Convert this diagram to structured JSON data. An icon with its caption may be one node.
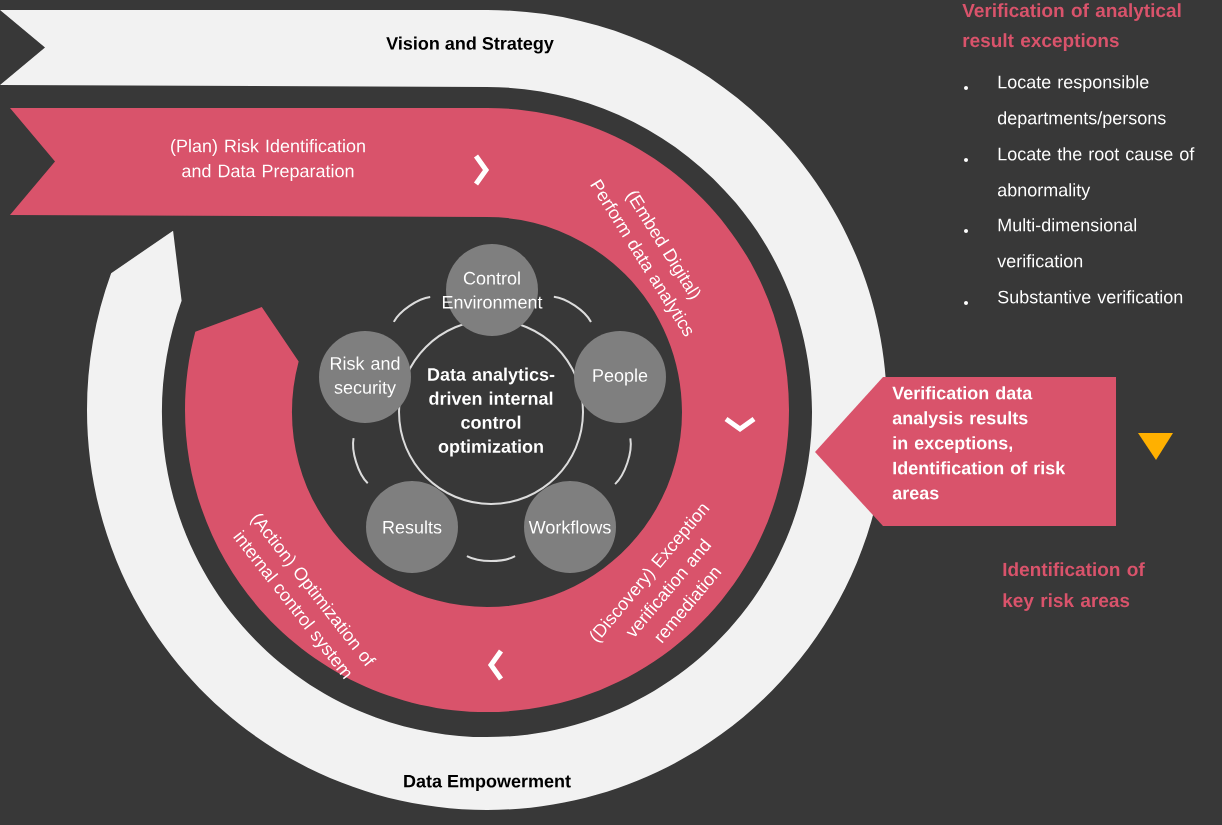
{
  "diagram": {
    "nodes": [
      {
        "text": [
          "Vision and Strategy",
          "Data Empowerment"
        ]
      },
      {
        "text": [
          "(Plan) Risk Identification and Data Preparation",
          "(Embed Digital) Perform data analytics",
          "(Discovery) Exception verification and remediation",
          "(Action) Optimization of internal control system"
        ]
      },
      {
        "text": [
          "Data analytics-driven internal control optimization"
        ]
      },
      {
        "text": [
          "Control Environment"
        ]
      },
      {
        "text": [
          "Risk and security"
        ]
      },
      {
        "text": [
          "People"
        ]
      },
      {
        "text": [
          "Results"
        ]
      },
      {
        "text": [
          "Workflows"
        ]
      },
      {
        "text": [
          "Verification data analysis results in exceptions, Identification of risk areas"
        ]
      }
    ],
    "edges": [
      {
        "from": 3,
        "to": 5,
        "arrow": "none"
      },
      {
        "from": 5,
        "to": 7,
        "arrow": "none"
      },
      {
        "from": 7,
        "to": 6,
        "arrow": "none"
      },
      {
        "from": 6,
        "to": 4,
        "arrow": "none"
      },
      {
        "from": 4,
        "to": 3,
        "arrow": "none"
      }
    ],
    "labels": [
      "Verification of analytical result exceptions",
      "Locate responsible departments/persons",
      "Locate the root cause of abnormality",
      "Multi-dimensional verification",
      "Substantive verification",
      "Identification of key risk areas"
    ]
  }
}
